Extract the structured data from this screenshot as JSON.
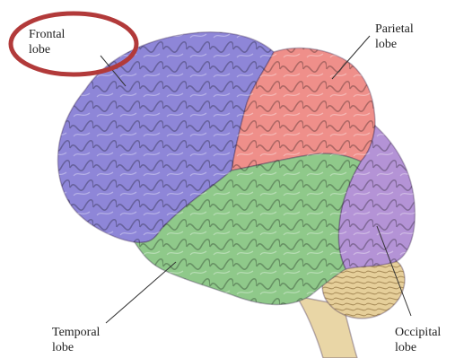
{
  "labels": {
    "frontal": "Frontal\nlobe",
    "parietal": "Parietal\nlobe",
    "temporal": "Temporal\nlobe",
    "occipital": "Occipital\nlobe"
  },
  "colors": {
    "frontal": "#8e86d8",
    "parietal": "#ef8f8a",
    "temporal": "#8fc98a",
    "occipital": "#b493d6",
    "cerebellum": "#e6cf9a",
    "brainstem": "#e9d6a6",
    "highlight_ring": "#b23a3a"
  }
}
